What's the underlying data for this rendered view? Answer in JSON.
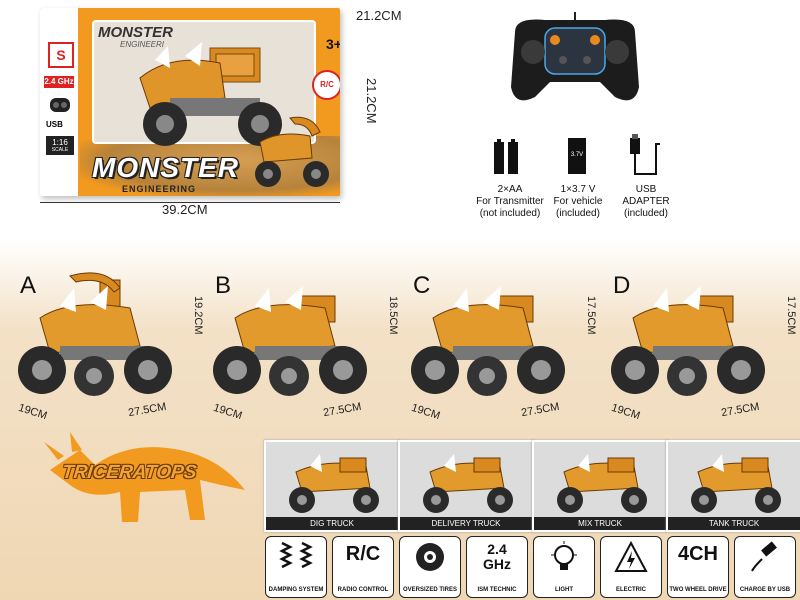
{
  "box": {
    "brand_mark": "S",
    "ghz": "2.4 GHz",
    "charge": "USB",
    "scale": "1:16",
    "scale_sub": "SCALE",
    "title_top": "MONSTER",
    "subtitle_top": "ENGINEERI",
    "age": "3+",
    "rc_badge": "R/C",
    "title": "MONSTER",
    "subtitle": "ENGINEERING",
    "width_label": "39.2CM",
    "depth_label": "21.2CM",
    "height_label": "21.2CM"
  },
  "accessories": [
    {
      "label1": "2×AA",
      "label2": "For Transmitter",
      "label3": "(not included)"
    },
    {
      "label1": "1×3.7 V",
      "label2": "For vehicle",
      "label3": "(included)",
      "battery_text": "3.7V"
    },
    {
      "label1": "USB",
      "label2": "ADAPTER",
      "label3": "(included)"
    }
  ],
  "trucks": [
    {
      "letter": "A",
      "height": "19.2CM",
      "width": "19CM",
      "length": "27.5CM"
    },
    {
      "letter": "B",
      "height": "18.5CM",
      "width": "19CM",
      "length": "27.5CM"
    },
    {
      "letter": "C",
      "height": "17.5CM",
      "width": "19CM",
      "length": "27.5CM"
    },
    {
      "letter": "D",
      "height": "17.5CM",
      "width": "19CM",
      "length": "27.5CM"
    }
  ],
  "dino_label": "TRICERATOPS",
  "modes": [
    "DIG TRUCK",
    "DELIVERY TRUCK",
    "MIX TRUCK",
    "TANK TRUCK"
  ],
  "features": [
    {
      "big": "",
      "label": "DAMPING SYSTEM",
      "icon": "spring-icon"
    },
    {
      "big": "R/C",
      "label": "RADIO CONTROL",
      "icon": ""
    },
    {
      "big": "",
      "label": "OVERSIZED TIRES",
      "icon": "tire-icon"
    },
    {
      "big": "2.4",
      "big2": "GHz",
      "label": "ISM TECHNIC",
      "icon": ""
    },
    {
      "big": "",
      "label": "LIGHT",
      "icon": "bulb-icon"
    },
    {
      "big": "",
      "label": "ELECTRIC",
      "icon": "electric-icon"
    },
    {
      "big": "4CH",
      "label": "TWO WHEEL DRIVE",
      "icon": ""
    },
    {
      "big": "",
      "label": "CHARGE BY USB",
      "icon": "usb-plug-icon"
    }
  ],
  "colors": {
    "accent": "#f29a1f",
    "truck": "#e39a2c",
    "tire": "#2a2a2a"
  }
}
